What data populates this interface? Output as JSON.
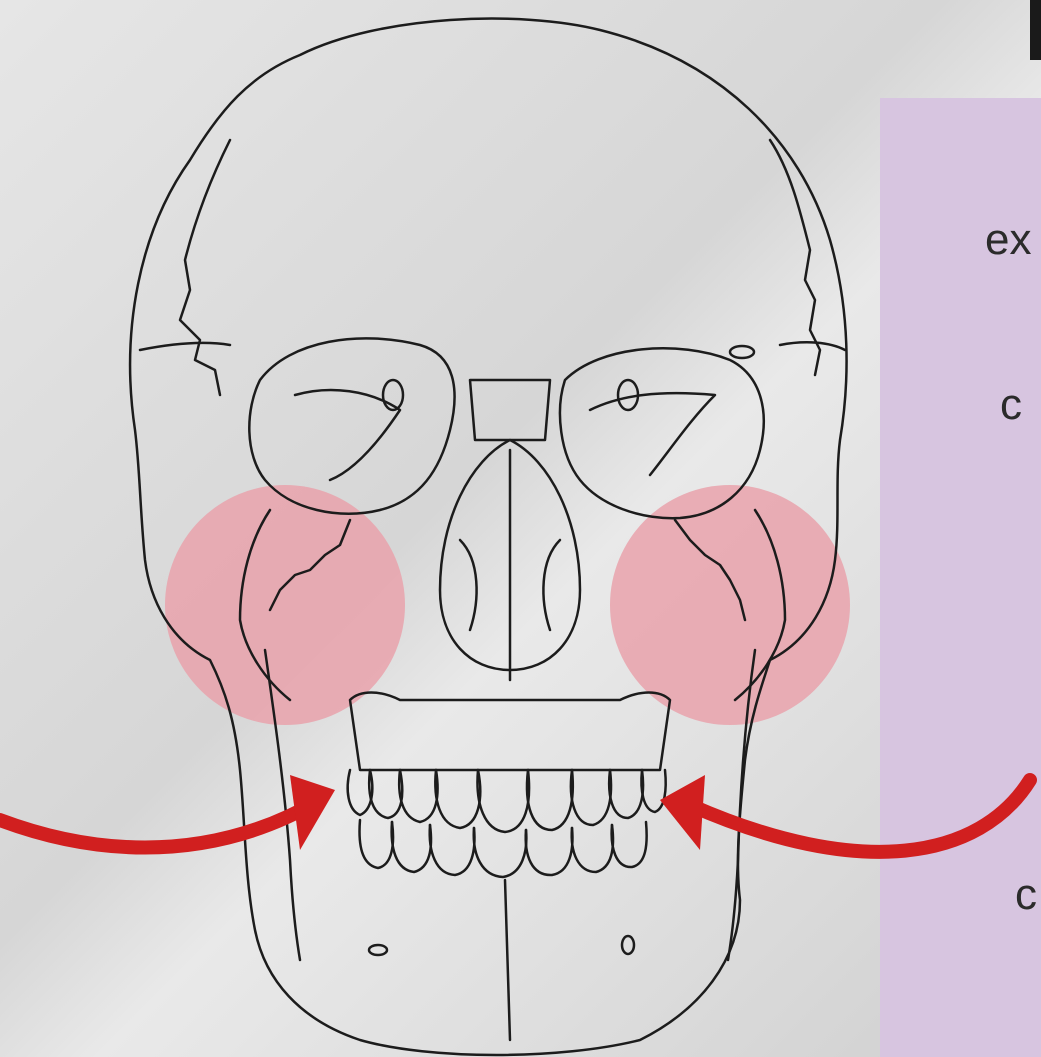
{
  "panel": {
    "line1": "ex",
    "line2": "c",
    "line3": "c"
  },
  "colors": {
    "background": "#dcdcdc",
    "panel": "#d7c5e0",
    "highlight": "#e9a2ab",
    "arrow": "#d11f1f",
    "outline": "#1c1c1c"
  },
  "icons": [
    "skull-illustration",
    "cheek-highlight",
    "curved-arrow-right",
    "curved-arrow-left"
  ]
}
